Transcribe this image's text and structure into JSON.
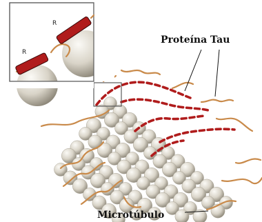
{
  "labels": {
    "tau": "Proteína Tau",
    "microtubule": "Microtúbulo",
    "repeat_a": "R",
    "repeat_b": "R"
  },
  "colors": {
    "tubulin_light": "#f4f1ea",
    "tubulin_mid": "#cfc9bd",
    "tubulin_dark": "#7d7768",
    "tau_strand": "#c98a4a",
    "repeat_domain": "#b01c1c",
    "inset_border": "#5a5a5a"
  }
}
